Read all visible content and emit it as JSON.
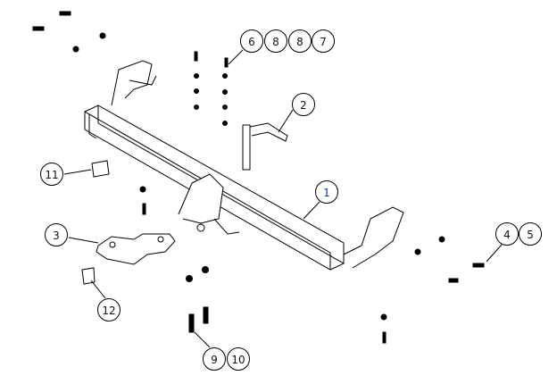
{
  "diagram": {
    "callouts": {
      "c1": "1",
      "c2": "2",
      "c3": "3",
      "c4": "4",
      "c5": "5",
      "c6": "6",
      "c7": "7",
      "c8a": "8",
      "c8b": "8",
      "c9": "9",
      "c10": "10",
      "c11": "11",
      "c12": "12"
    }
  }
}
